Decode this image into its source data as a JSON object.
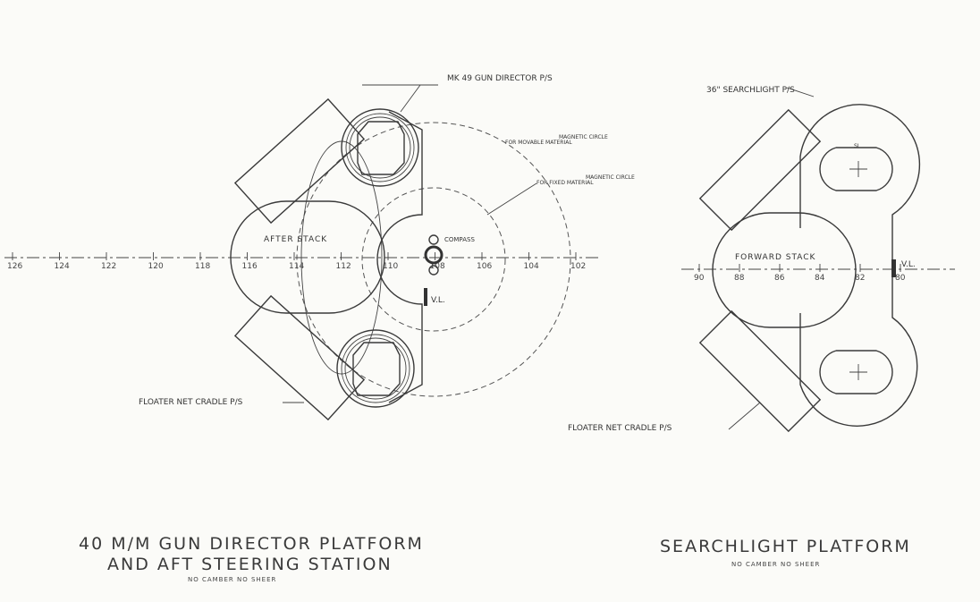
{
  "left_platform": {
    "title_line1": "40 M/M GUN DIRECTOR PLATFORM",
    "title_line2": "AND AFT STEERING STATION",
    "subtitle": "NO CAMBER    NO SHEER",
    "labels": {
      "director": "MK 49 GUN DIRECTOR P/S",
      "movable": "MAGNETIC CIRCLE FOR MOVABLE MATERIAL",
      "movable_1": "MAGNETIC CIRCLE",
      "movable_2": "FOR MOVABLE MATERIAL",
      "fixed_1": "MAGNETIC CIRCLE",
      "fixed_2": "FOR FIXED MATERIAL",
      "stack": "AFTER STACK",
      "compass": "COMPASS",
      "vl": "V.L.",
      "cradle": "FLOATER NET CRADLE P/S"
    },
    "frames": [
      "126",
      "124",
      "122",
      "120",
      "118",
      "116",
      "114",
      "112",
      "110",
      "108",
      "106",
      "104",
      "102"
    ]
  },
  "right_platform": {
    "title": "SEARCHLIGHT PLATFORM",
    "subtitle": "NO CAMBER    NO SHEER",
    "labels": {
      "searchlight": "36\" SEARCHLIGHT P/S",
      "stack": "FORWARD STACK",
      "vl": "V.L.",
      "cradle": "FLOATER NET CRADLE P/S",
      "sl": "SL"
    },
    "frames": [
      "90",
      "88",
      "86",
      "84",
      "82",
      "80"
    ]
  }
}
